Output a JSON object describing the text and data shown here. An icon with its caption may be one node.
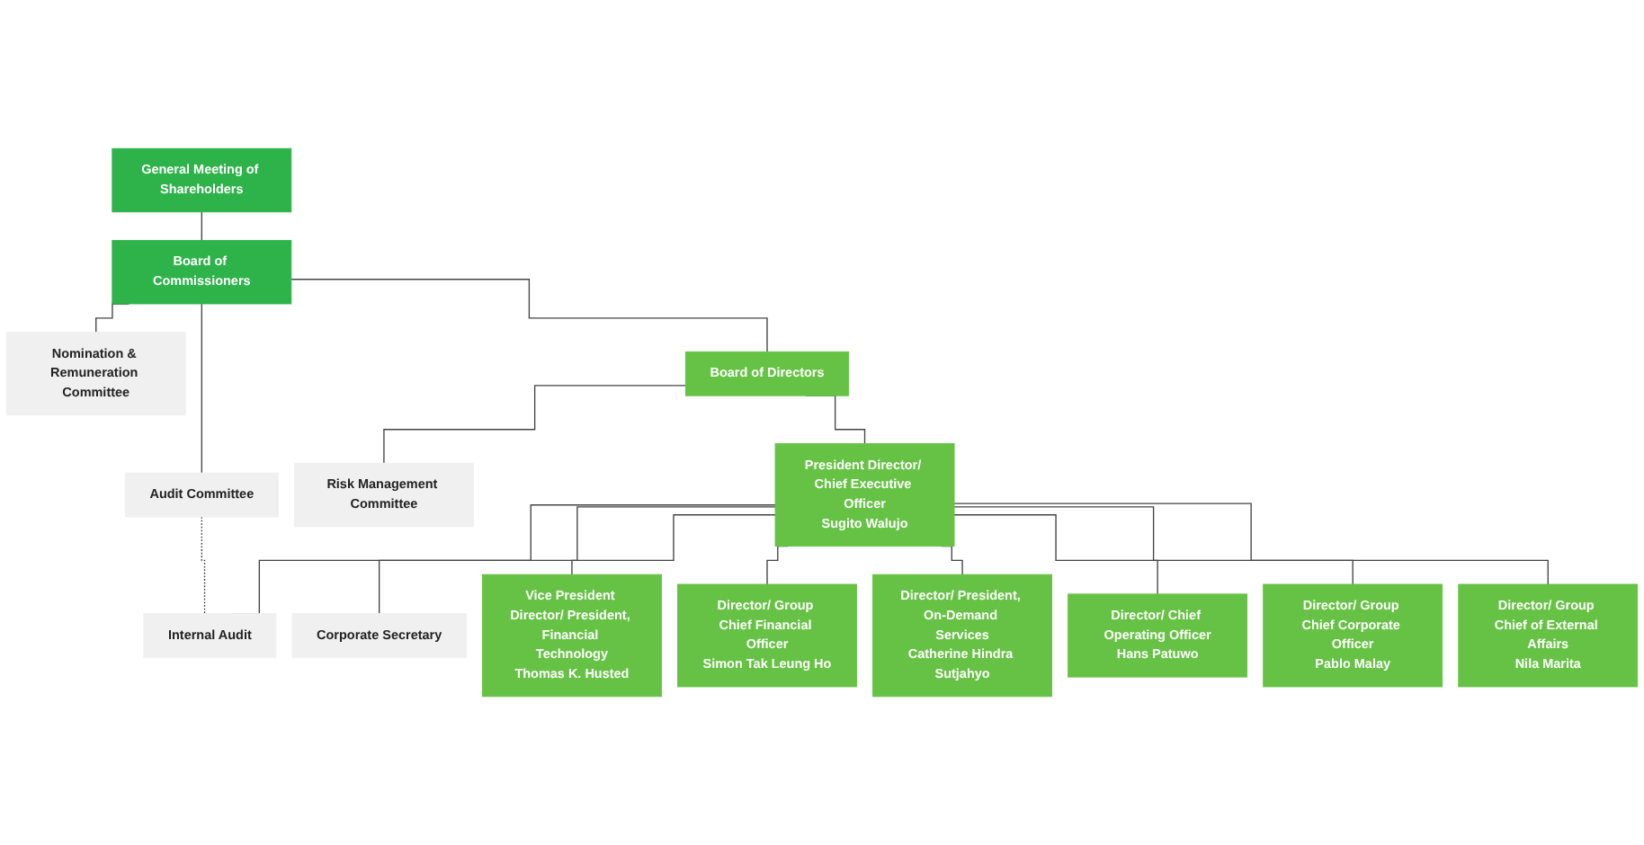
{
  "diagram": {
    "nodes": [
      {
        "text": [
          "General Meeting of Shareholders"
        ]
      },
      {
        "text": [
          "Board of Commissioners"
        ]
      },
      {
        "text": [
          "Nomination & Remuneration Committee"
        ]
      },
      {
        "text": [
          "Audit Committee"
        ]
      },
      {
        "text": [
          "Board of Directors"
        ]
      },
      {
        "text": [
          "Risk Management Committee"
        ]
      },
      {
        "text": [
          "Internal Audit"
        ]
      },
      {
        "text": [
          "President Director/ Chief Executive Officer",
          "Sugito Walujo"
        ]
      },
      {
        "text": [
          "Corporate Secretary"
        ]
      },
      {
        "text": [
          "Vice President Director/ President, Financial Technology",
          "Thomas K. Husted"
        ]
      },
      {
        "text": [
          "Director/ Group Chief Financial Officer",
          "Simon Tak Leung Ho"
        ]
      },
      {
        "text": [
          "Director/ President, On-Demand Services",
          "Catherine Hindra Sutjahyo"
        ]
      },
      {
        "text": [
          "Director/ Chief Operating Officer",
          "Hans Patuwo"
        ]
      },
      {
        "text": [
          "Director/ Group Chief Corporate Officer",
          "Pablo Malay"
        ]
      },
      {
        "text": [
          "Director/ Group Chief of External Affairs",
          "Nila Marita"
        ]
      }
    ],
    "edges": [
      {
        "from": 0,
        "to": 1,
        "arrow": "none"
      },
      {
        "from": 1,
        "to": 2,
        "arrow": "none"
      },
      {
        "from": 1,
        "to": 3,
        "arrow": "none"
      },
      {
        "from": 1,
        "to": 4,
        "arrow": "none"
      },
      {
        "from": 4,
        "to": 5,
        "arrow": "none"
      },
      {
        "from": 3,
        "to": 6,
        "arrow": "none",
        "style": "dashed"
      },
      {
        "from": 4,
        "to": 7,
        "arrow": "none"
      },
      {
        "from": 7,
        "to": 6,
        "arrow": "none"
      },
      {
        "from": 7,
        "to": 8,
        "arrow": "none"
      },
      {
        "from": 7,
        "to": 9,
        "arrow": "none"
      },
      {
        "from": 7,
        "to": 10,
        "arrow": "none"
      },
      {
        "from": 7,
        "to": 11,
        "arrow": "none"
      },
      {
        "from": 7,
        "to": 12,
        "arrow": "none"
      },
      {
        "from": 7,
        "to": 13,
        "arrow": "none"
      },
      {
        "from": 7,
        "to": 14,
        "arrow": "none"
      }
    ]
  }
}
